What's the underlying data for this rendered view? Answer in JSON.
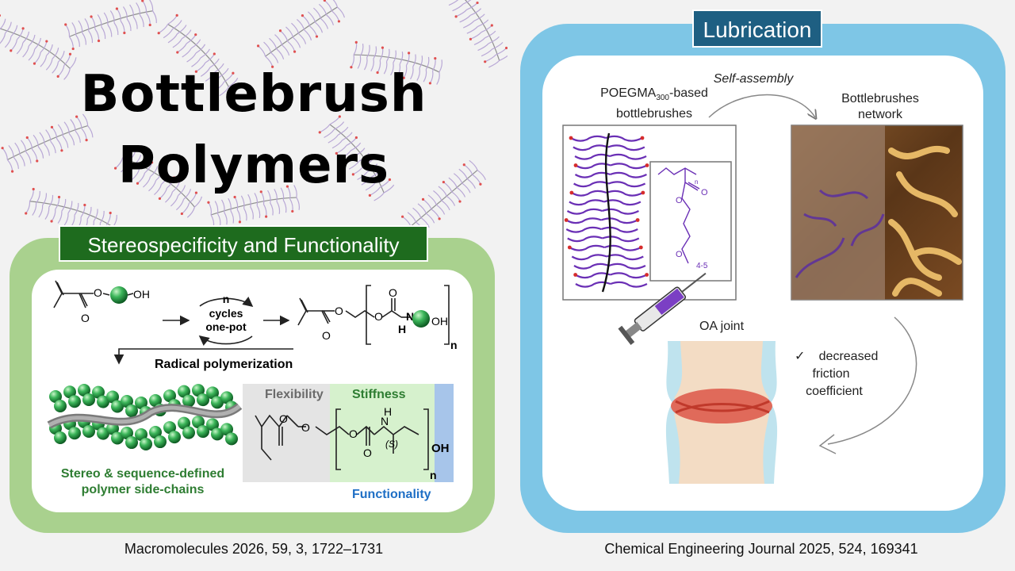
{
  "title": {
    "line1": "Bottlebrush",
    "line2": "Polymers"
  },
  "left_panel": {
    "header": "Stereospecificity and Functionality",
    "reaction": {
      "oh_label": "OH",
      "o_label": "O",
      "cycle_n": "n",
      "cycle_line1": "cycles",
      "cycle_line2": "one-pot",
      "product_h": "H",
      "product_n": "N",
      "subscript_n": "n",
      "radical": "Radical polymerization"
    },
    "structure": {
      "flexibility": "Flexibility",
      "stiffness": "Stiffness",
      "functionality": "Functionality",
      "stereo_s": "(S)",
      "oh": "OH",
      "subscript_n": "n",
      "n_atom": "N",
      "h_atom": "H"
    },
    "caption_line1": "Stereo & sequence-defined",
    "caption_line2": "polymer side-chains"
  },
  "right_panel": {
    "header": "Lubrication",
    "poegma_label_pre": "POEGMA",
    "poegma_sub": "300",
    "poegma_label_post": "-based",
    "poegma_line2": "bottlebrushes",
    "self_assembly": "Self-assembly",
    "network_line1": "Bottlebrushes",
    "network_line2": "network",
    "oa_joint": "OA joint",
    "benefit_check": "✓",
    "benefit_line1": "decreased",
    "benefit_line2": "friction",
    "benefit_line3": "coefficient",
    "repeat_range": "4-5"
  },
  "citations": {
    "left": "Macromolecules 2026, 59, 3, 1722–1731",
    "right": "Chemical Engineering Journal 2025, 524, 169341"
  },
  "colors": {
    "left_frame": "#a9d18e",
    "left_header": "#1e6b1e",
    "right_frame": "#7ec6e6",
    "right_header": "#1e5f82",
    "brush_purple": "#6a2fb5",
    "sphere_green": "#2fa84f",
    "stiffness_text": "#2e7d32",
    "functionality_text": "#1f6fc5"
  }
}
